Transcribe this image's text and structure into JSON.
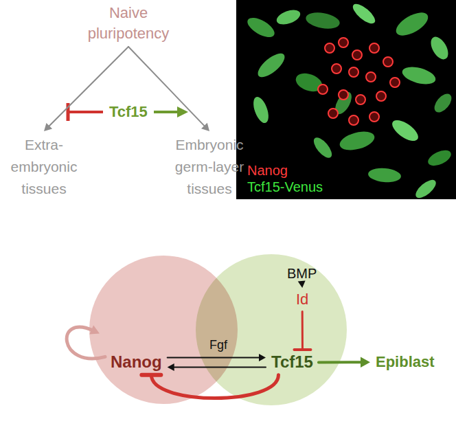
{
  "diagram": {
    "nodes": [
      {
        "text": [
          "Naive pluripotency"
        ]
      },
      {
        "text": [
          "Extra- embryonic tissues"
        ]
      },
      {
        "text": [
          "Embryonic germ-layer tissues"
        ]
      },
      {
        "text": [
          "BMP"
        ]
      },
      {
        "text": [
          "Id"
        ]
      },
      {
        "text": [
          "Nanog"
        ]
      },
      {
        "text": [
          "Tcf15"
        ]
      },
      {
        "text": [
          "Epiblast"
        ]
      }
    ],
    "edges": [
      {
        "from": 0,
        "to": 1,
        "arrow": "to"
      },
      {
        "from": 0,
        "to": 2,
        "arrow": "to"
      },
      {
        "from": 5,
        "to": 6,
        "label": "Fgf",
        "arrow": "to"
      },
      {
        "from": 6,
        "to": 5,
        "arrow": "to"
      },
      {
        "from": 3,
        "to": 4,
        "arrow": "to"
      },
      {
        "from": 4,
        "to": 6,
        "arrow": "to"
      },
      {
        "from": 6,
        "to": 5,
        "arrow": "to"
      },
      {
        "from": 6,
        "to": 7,
        "arrow": "to"
      },
      {
        "from": 5,
        "to": 5,
        "arrow": "to"
      }
    ],
    "labels": [
      "Tcf15",
      "Nanog",
      "Tcf15-Venus"
    ]
  }
}
